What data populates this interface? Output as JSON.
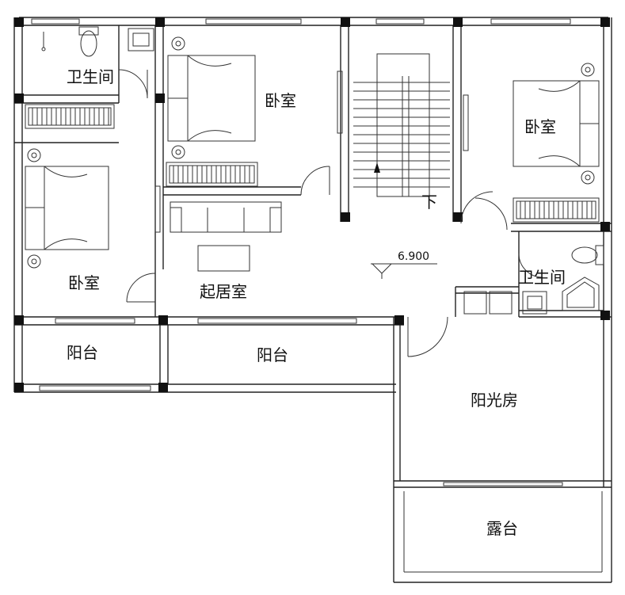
{
  "rooms": {
    "bath_top_left": "卫生间",
    "bedroom_top_mid": "卧室",
    "bedroom_right": "卧室",
    "bedroom_left": "卧室",
    "living_room": "起居室",
    "bath_right": "卫生间",
    "balcony_left": "阳台",
    "balcony_mid": "阳台",
    "sunroom": "阳光房",
    "terrace": "露台"
  },
  "stair_direction": "下",
  "floor_level": "6.900"
}
